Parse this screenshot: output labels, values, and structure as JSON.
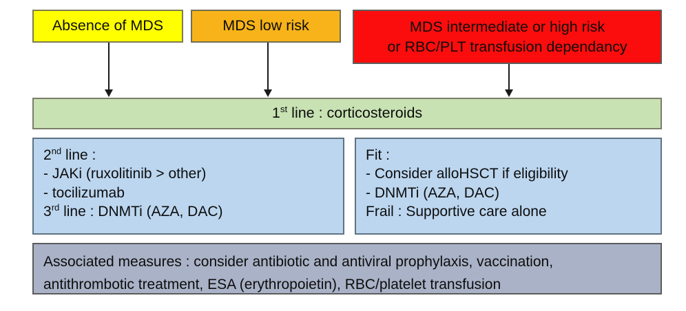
{
  "diagram": {
    "title": "MDS treatment algorithm flowchart",
    "colors": {
      "yellow": "#FFFF00",
      "orange": "#F7B319",
      "red": "#FB0D0D",
      "green": "#C8E2B3",
      "blue": "#BCD6EF",
      "grey_blue": "#A9B2C6",
      "border": "#6D6D5E",
      "arrow": "#1A1A1A",
      "text": "#0D0D0D"
    },
    "top_row": [
      {
        "id": "absence-of-mds",
        "label": "Absence of MDS",
        "color": "#FFFF00"
      },
      {
        "id": "mds-low-risk",
        "label": "MDS low risk",
        "color": "#F7B319"
      },
      {
        "id": "mds-intermediate-high-risk",
        "color": "#FB0D0D",
        "lines": [
          "MDS intermediate or high risk",
          "or RBC/PLT transfusion dependancy"
        ]
      }
    ],
    "first_line": {
      "id": "first-line-corticosteroids",
      "prefix": "1",
      "ordinal": "st",
      "suffix": " line : corticosteroids",
      "color": "#C8E2B3"
    },
    "second_row": {
      "left": {
        "id": "second-and-third-line",
        "color": "#BCD6EF",
        "lines": [
          {
            "prefix": "2",
            "ordinal": "nd",
            "suffix": " line :"
          },
          {
            "text": "- JAKi (ruxolitinib > other)"
          },
          {
            "text": "- tocilizumab"
          },
          {
            "prefix": "3",
            "ordinal": "rd",
            "suffix": " line : DNMTi (AZA, DAC)"
          }
        ]
      },
      "right": {
        "id": "fit-frail-options",
        "color": "#BCD6EF",
        "lines": [
          {
            "text": "Fit :"
          },
          {
            "text": "- Consider alloHSCT if eligibility"
          },
          {
            "text": "- DNMTi (AZA, DAC)"
          },
          {
            "text": "Frail : Supportive care alone"
          }
        ]
      }
    },
    "associated_measures": {
      "id": "associated-measures",
      "color": "#A9B2C6",
      "lines": [
        "Associated measures : consider antibiotic and antiviral prophylaxis, vaccination,",
        "antithrombotic treatment, ESA (erythropoietin), RBC/platelet transfusion"
      ]
    },
    "arrows": [
      {
        "id": "arrow-absence-to-first-line",
        "from": "absence-of-mds",
        "to": "first-line-corticosteroids"
      },
      {
        "id": "arrow-low-risk-to-first-line",
        "from": "mds-low-risk",
        "to": "first-line-corticosteroids"
      },
      {
        "id": "arrow-high-risk-to-first-line",
        "from": "mds-intermediate-high-risk",
        "to": "first-line-corticosteroids"
      }
    ]
  }
}
